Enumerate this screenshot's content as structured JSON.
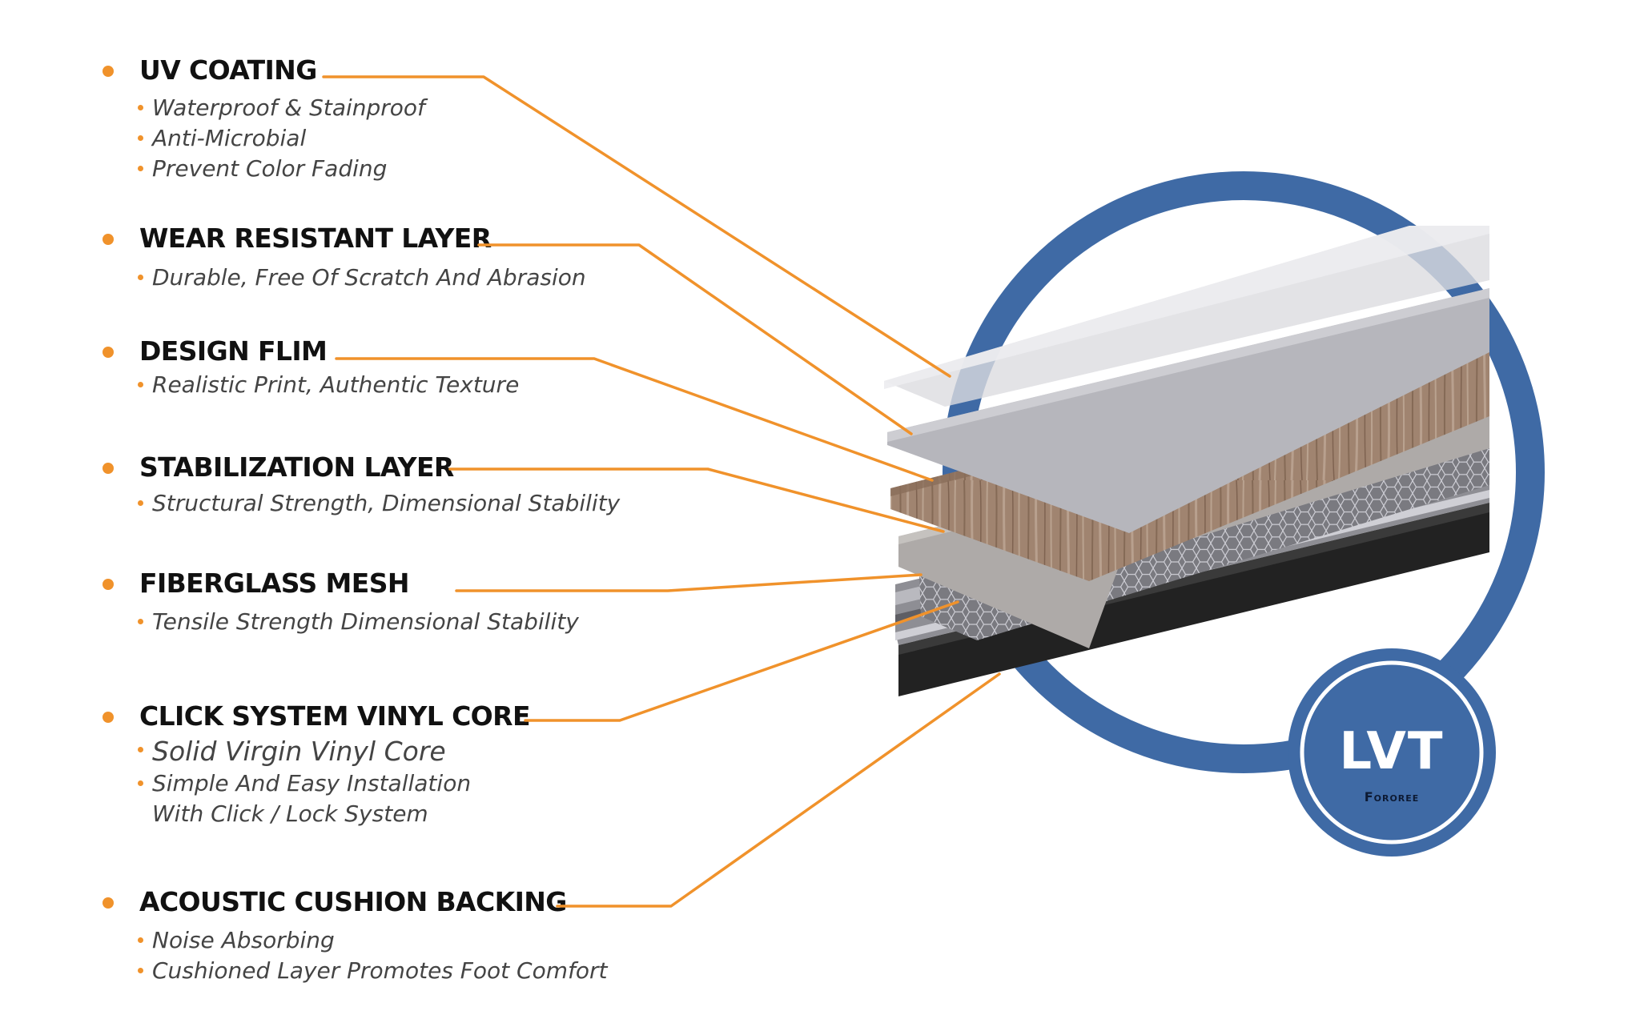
{
  "layers": [
    {
      "title": "UV COATING",
      "features": [
        "Waterproof & Stainproof",
        "Anti-Microbial",
        "Prevent Color Fading"
      ]
    },
    {
      "title": "WEAR RESISTANT LAYER",
      "features": [
        "Durable, Free Of Scratch And Abrasion"
      ]
    },
    {
      "title": "DESIGN FLIM",
      "features": [
        "Realistic Print, Authentic Texture"
      ]
    },
    {
      "title": "STABILIZATION LAYER",
      "features": [
        "Structural Strength, Dimensional Stability"
      ]
    },
    {
      "title": "FIBERGLASS MESH",
      "features": [
        "Tensile Strength Dimensional Stability"
      ]
    },
    {
      "title": "CLICK SYSTEM VINYL CORE",
      "features": [
        "Solid Virgin Vinyl Core",
        "Simple And Easy Installation",
        "With Click / Lock System"
      ]
    },
    {
      "title": "ACOUSTIC CUSHION BACKING",
      "features": [
        "Noise Absorbing",
        "Cushioned Layer Promotes Foot Comfort"
      ]
    }
  ],
  "badge": {
    "label": "LVT",
    "brand": "Fororee"
  },
  "colors": {
    "accent": "#f0922b",
    "ring": "#3f6aa5",
    "title": "#111111",
    "feature_text": "#444444"
  }
}
